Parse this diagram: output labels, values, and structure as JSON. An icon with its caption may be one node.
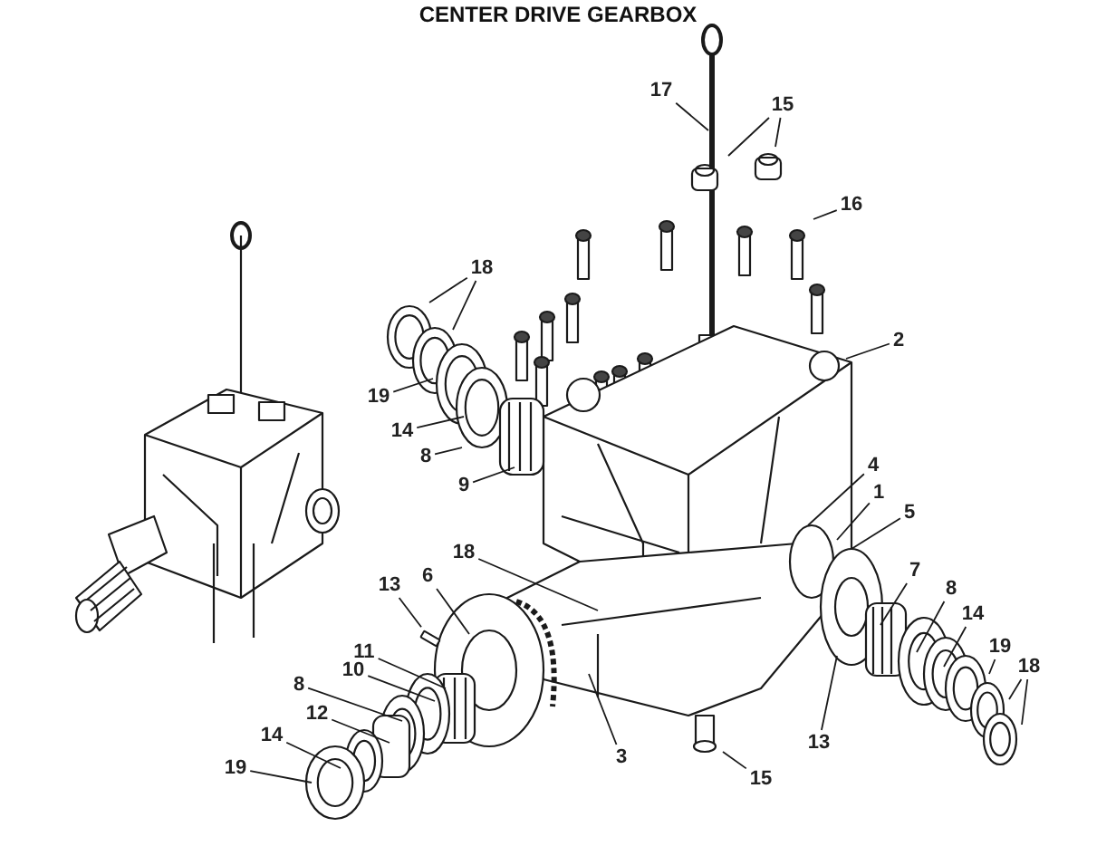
{
  "diagram": {
    "title": "CENTER DRIVE GEARBOX",
    "nodes": [
      {
        "text": [
          "17"
        ]
      },
      {
        "text": [
          "15"
        ]
      },
      {
        "text": [
          "16"
        ]
      },
      {
        "text": [
          "18"
        ]
      },
      {
        "text": [
          "2"
        ]
      },
      {
        "text": [
          "19"
        ]
      },
      {
        "text": [
          "14"
        ]
      },
      {
        "text": [
          "8"
        ]
      },
      {
        "text": [
          "4"
        ]
      },
      {
        "text": [
          "9"
        ]
      },
      {
        "text": [
          "1"
        ]
      },
      {
        "text": [
          "5"
        ]
      },
      {
        "text": [
          "18"
        ]
      },
      {
        "text": [
          "7"
        ]
      },
      {
        "text": [
          "6"
        ]
      },
      {
        "text": [
          "8"
        ]
      },
      {
        "text": [
          "13"
        ]
      },
      {
        "text": [
          "14"
        ]
      },
      {
        "text": [
          "11"
        ]
      },
      {
        "text": [
          "19"
        ]
      },
      {
        "text": [
          "18"
        ]
      },
      {
        "text": [
          "10"
        ]
      },
      {
        "text": [
          "8"
        ]
      },
      {
        "text": [
          "12"
        ]
      },
      {
        "text": [
          "14"
        ]
      },
      {
        "text": [
          "13"
        ]
      },
      {
        "text": [
          "3"
        ]
      },
      {
        "text": [
          "19"
        ]
      },
      {
        "text": [
          "15"
        ]
      },
      {
        "text": [],
        "shape": "box"
      }
    ],
    "edges": [
      {
        "from": 0,
        "to": null,
        "arrow": "none"
      },
      {
        "from": 1,
        "to": null,
        "arrow": "none"
      },
      {
        "from": 1,
        "to": null,
        "arrow": "none"
      },
      {
        "from": 2,
        "to": null,
        "arrow": "none"
      },
      {
        "from": 3,
        "to": null,
        "arrow": "none"
      },
      {
        "from": 3,
        "to": null,
        "arrow": "none"
      },
      {
        "from": 4,
        "to": null,
        "arrow": "none"
      },
      {
        "from": 5,
        "to": null,
        "arrow": "none"
      },
      {
        "from": 6,
        "to": null,
        "arrow": "none"
      },
      {
        "from": 7,
        "to": null,
        "arrow": "none"
      },
      {
        "from": 8,
        "to": null,
        "arrow": "none"
      },
      {
        "from": 9,
        "to": null,
        "arrow": "none"
      },
      {
        "from": 10,
        "to": null,
        "arrow": "none"
      },
      {
        "from": 11,
        "to": null,
        "arrow": "none"
      },
      {
        "from": 12,
        "to": null,
        "arrow": "none"
      },
      {
        "from": 13,
        "to": null,
        "arrow": "none"
      },
      {
        "from": 14,
        "to": null,
        "arrow": "none"
      },
      {
        "from": 15,
        "to": null,
        "arrow": "none"
      },
      {
        "from": 16,
        "to": 29,
        "arrow": "none"
      },
      {
        "from": 17,
        "to": null,
        "arrow": "none"
      },
      {
        "from": 18,
        "to": null,
        "arrow": "none"
      },
      {
        "from": 19,
        "to": null,
        "arrow": "none"
      },
      {
        "from": 20,
        "to": null,
        "arrow": "none"
      },
      {
        "from": 20,
        "to": null,
        "arrow": "none"
      },
      {
        "from": 21,
        "to": null,
        "arrow": "none"
      },
      {
        "from": 22,
        "to": null,
        "arrow": "none"
      },
      {
        "from": 23,
        "to": null,
        "arrow": "none"
      },
      {
        "from": 24,
        "to": null,
        "arrow": "none"
      },
      {
        "from": 25,
        "to": null,
        "arrow": "none"
      },
      {
        "from": 26,
        "to": null,
        "arrow": "none"
      },
      {
        "from": 27,
        "to": null,
        "arrow": "none"
      },
      {
        "from": 28,
        "to": null,
        "arrow": "none"
      }
    ]
  }
}
